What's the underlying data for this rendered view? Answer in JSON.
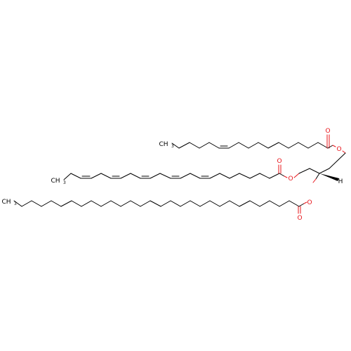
{
  "structure": {
    "atoms": {
      "o_ester1": "O",
      "o_carbonyl1": "O",
      "o_ester2": "O",
      "o_carbonyl2": "O",
      "o_ester3": "O",
      "o_carbonyl3": "O",
      "h_stereo": "H",
      "ch3_chain1": {
        "main": "CH",
        "sub": "3"
      },
      "ch3_chain2": {
        "main": "CH",
        "sub": "3"
      },
      "ch3_chain3": {
        "main": "CH",
        "sub": "3"
      }
    }
  },
  "colors": {
    "bond": "#000000",
    "oxygen": "#e8141a",
    "background": "#ffffff"
  }
}
